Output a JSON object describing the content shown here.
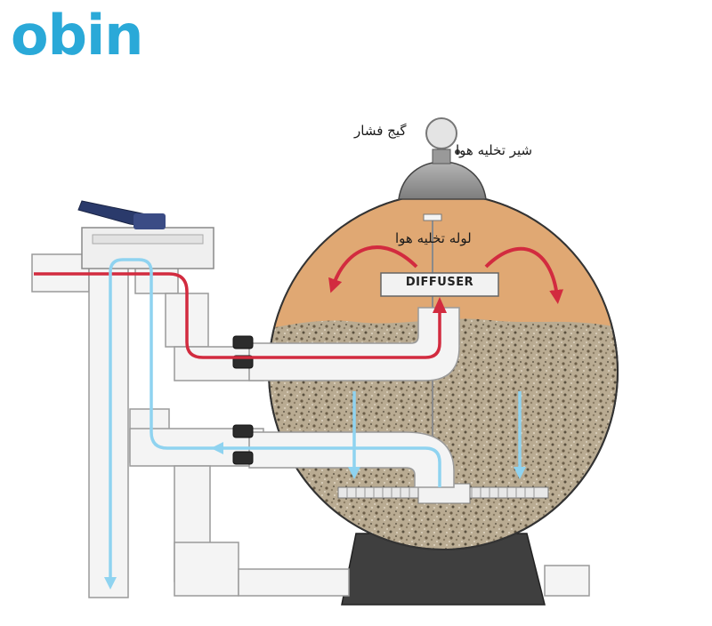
{
  "logo": {
    "text": "obin"
  },
  "labels": {
    "pressure_gauge": "گیج فشار",
    "air_release_valve": "شیر تخلیه هوا",
    "air_release_pipe": "لوله تخلیه هوا",
    "diffuser": "DIFFUSER"
  },
  "icons": [
    "multiport-valve-handle-icon",
    "pressure-gauge-icon",
    "flow-arrow-icon"
  ],
  "colors": {
    "logo": "#2aa9d8",
    "inflow": "#d22b3f",
    "outflow": "#8fd3f0",
    "sand_top": "#e0a873",
    "gravel": "#b7a98f",
    "stand": "#3f3f3f"
  }
}
